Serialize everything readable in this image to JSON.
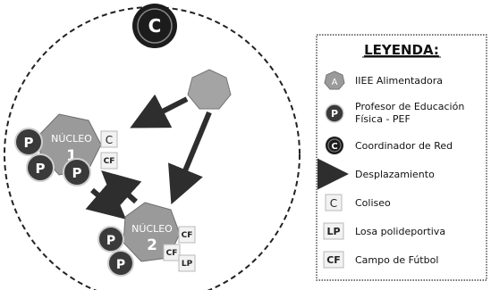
{
  "coordinator": {
    "letter": "C"
  },
  "nucleo1": {
    "label_line1": "NÚCLEO",
    "label_line2": "1"
  },
  "nucleo2": {
    "label_line1": "NÚCLEO",
    "label_line2": "2"
  },
  "badges": {
    "p": "P",
    "c": "C",
    "cf": "CF",
    "lp": "LP"
  },
  "legend": {
    "title": "LEYENDA:",
    "items": [
      {
        "symbol": "A",
        "label_lines": [
          "IIEE Alimentadora"
        ]
      },
      {
        "symbol": "P",
        "label_lines": [
          "Profesor de Educación",
          "Física - PEF"
        ]
      },
      {
        "symbol": "C",
        "label_lines": [
          "Coordinador de Red"
        ]
      },
      {
        "symbol": "",
        "label_lines": [
          "Desplazamiento"
        ]
      },
      {
        "symbol": "C",
        "label_lines": [
          "Coliseo"
        ]
      },
      {
        "symbol": "LP",
        "label_lines": [
          "Losa polideportiva"
        ]
      },
      {
        "symbol": "CF",
        "label_lines": [
          "Campo de Fútbol"
        ]
      }
    ]
  },
  "colors": {
    "dark": "#1c1c1c",
    "p_badge": "#3a3a3a",
    "hex_gray": "#9a9a9a",
    "hept_gray": "#a4a4a4",
    "arrow": "#2e2e2e",
    "box_fill": "#f2f2f2",
    "box_border": "#b8b8b8"
  }
}
